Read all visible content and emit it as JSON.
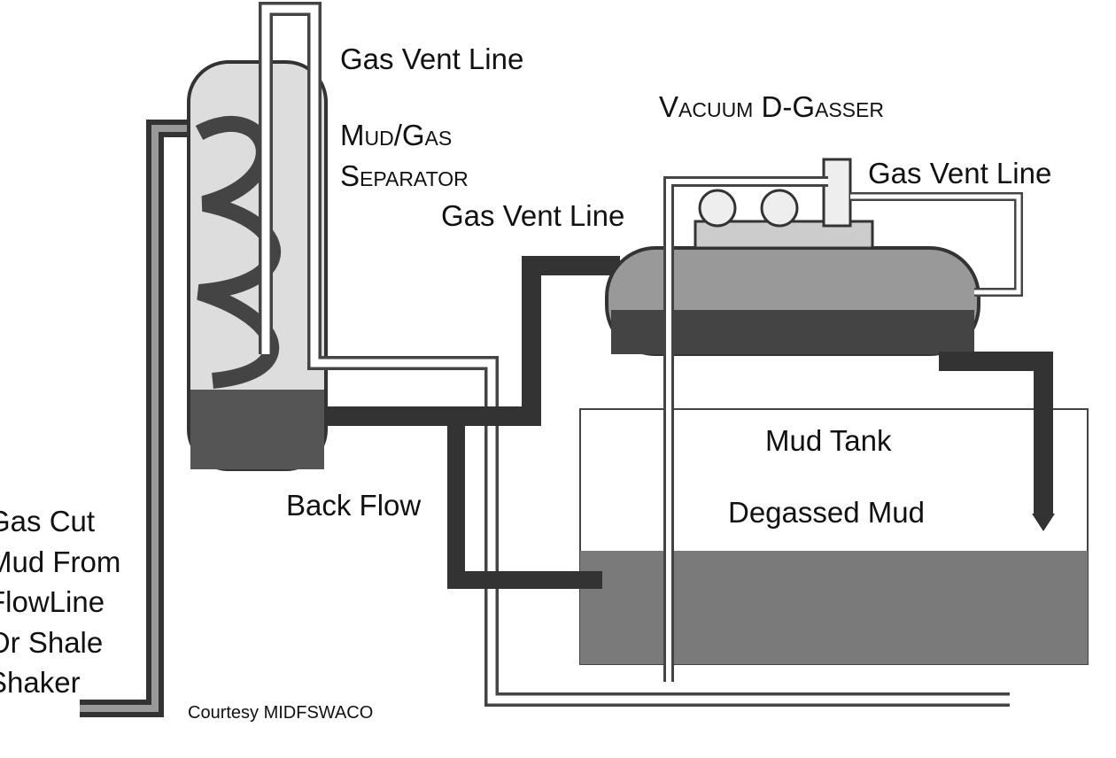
{
  "labels": {
    "gas_vent_line_top": "Gas Vent Line",
    "vacuum_degasser": "Vacuum D-Gasser",
    "separator_line1": "Mud/Gas",
    "separator_line2": "Separator",
    "gas_vent_line_right": "Gas Vent Line",
    "gas_vent_line_middle": "Gas Vent Line",
    "mud_tank": "Mud Tank",
    "degassed_mud": "Degassed Mud",
    "back_flow": "Back Flow",
    "inlet": [
      "Gas Cut",
      "Mud From",
      "FlowLine",
      "Or Shale",
      "Shaker"
    ],
    "credit": "Courtesy MIDFSWACO"
  }
}
